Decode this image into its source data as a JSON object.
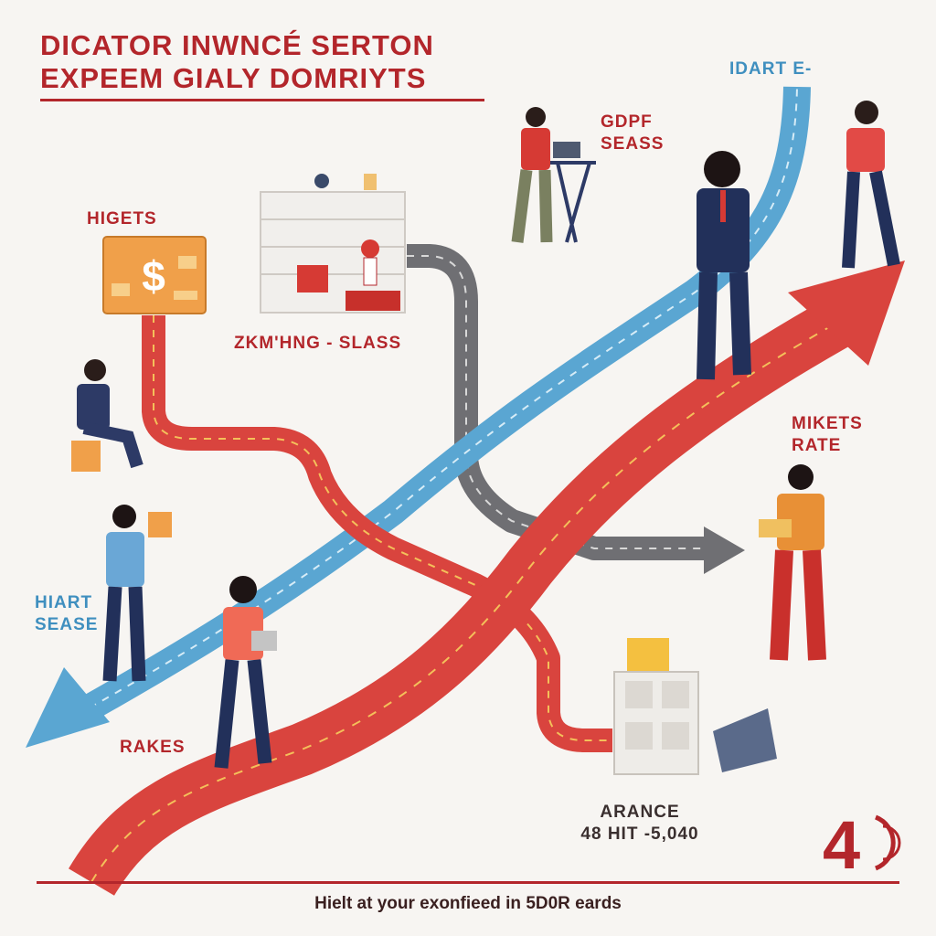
{
  "title": {
    "line1": "DICATOR INWNCÉ SERTON",
    "line2": "EXPEEM GIALY DOMRIYTS"
  },
  "labels": {
    "hidgets": "HIGETS",
    "zkmhng": "ZKM'HNG - SLASS",
    "gdpf_line1": "GDPF",
    "gdpf_line2": "SEASS",
    "idart": "IDART E-",
    "mikets_line1": "MIKETS",
    "mikets_line2": "RATE",
    "hiart_line1": "HIART",
    "hiart_line2": "SEASE",
    "rakes": "RAKES",
    "arance_line1": "ARANCE",
    "arance_line2": "48 HIT -5,040"
  },
  "card_symbol": "$",
  "logo_text": "4",
  "footer": "Hielt at your exonfieed in 5D0R eards",
  "colors": {
    "red_path": "#d9443e",
    "blue_path": "#5aa6d2",
    "gray_path": "#6f6f73",
    "accent": "#b3262b"
  }
}
